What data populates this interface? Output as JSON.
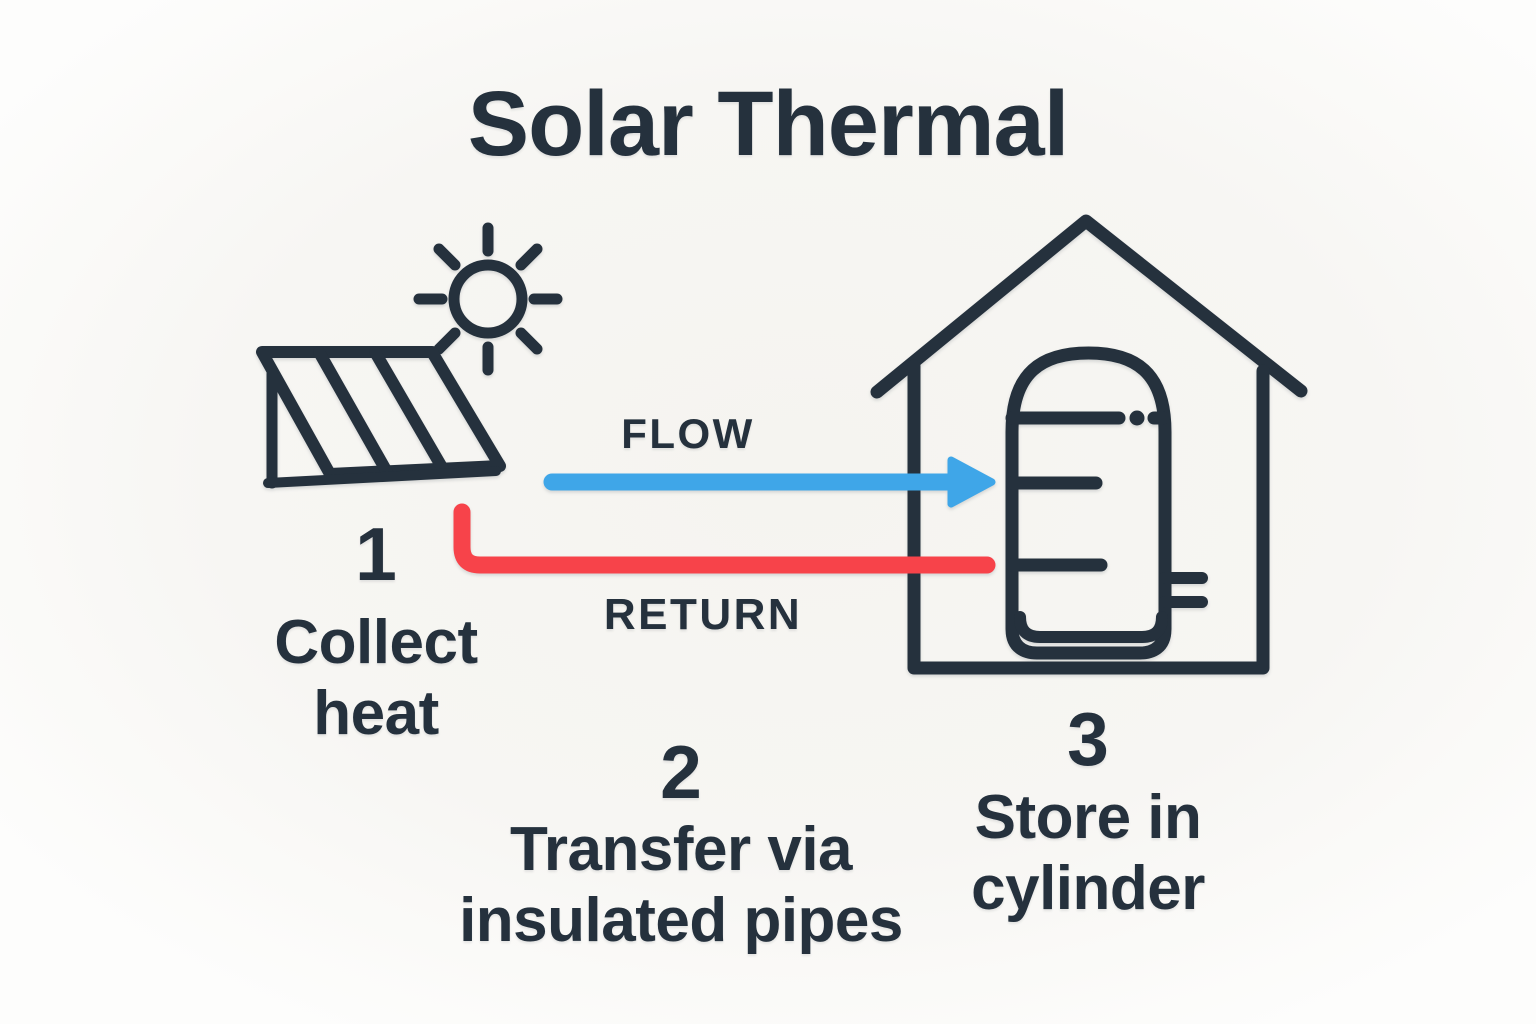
{
  "title": "Solar Thermal",
  "colors": {
    "ink": "#25313d",
    "blue": "#3fa6e8",
    "red": "#f7434a",
    "bg": "#f5f4f0"
  },
  "pipes": {
    "flow_label": "FLOW",
    "return_label": "RETURN"
  },
  "steps": [
    {
      "number": "1",
      "line1": "Collect",
      "line2": "heat"
    },
    {
      "number": "2",
      "line1": "Transfer via",
      "line2": "insulated pipes"
    },
    {
      "number": "3",
      "line1": "Store in",
      "line2": "cylinder"
    }
  ],
  "icons": {
    "sun": "sun-icon",
    "solar_panel": "solar-panel-icon",
    "house": "house-icon",
    "cylinder": "hot-water-cylinder-icon",
    "flow_arrow": "flow-arrow-icon",
    "return_pipe": "return-pipe-icon"
  }
}
